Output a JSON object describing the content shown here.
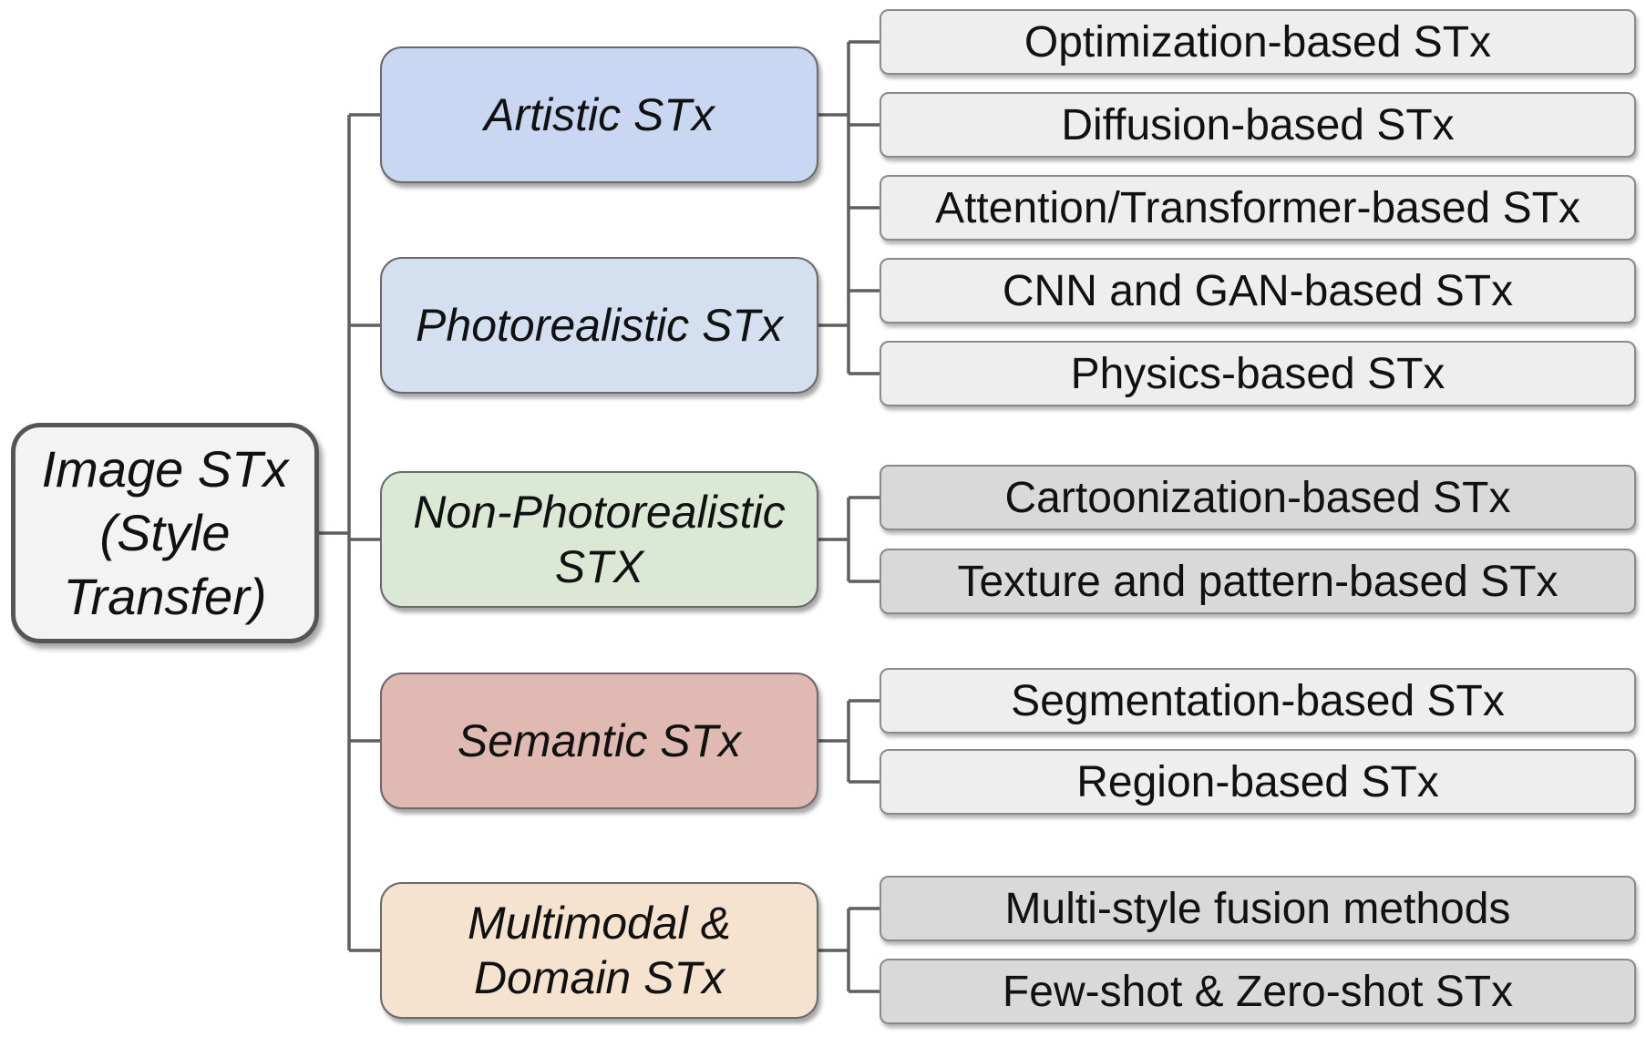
{
  "root": {
    "label": "Image STx (Style Transfer)"
  },
  "categories": [
    {
      "label": "Artistic STx",
      "color": "#c9d7f2"
    },
    {
      "label": "Photorealistic STx",
      "color": "#d4e0f0"
    },
    {
      "label": "Non-Photorealistic STX",
      "color": "#dbe8d6"
    },
    {
      "label": "Semantic STx",
      "color": "#dfb9b2"
    },
    {
      "label": "Multimodal & Domain STx",
      "color": "#f6e3cf"
    }
  ],
  "leaves": [
    {
      "label": "Optimization-based STx",
      "color": "#eeeeee"
    },
    {
      "label": "Diffusion-based STx",
      "color": "#eeeeee"
    },
    {
      "label": "Attention/Transformer-based STx",
      "color": "#eeeeee"
    },
    {
      "label": "CNN and GAN-based STx",
      "color": "#eeeeee"
    },
    {
      "label": "Physics-based STx",
      "color": "#eeeeee"
    },
    {
      "label": "Cartoonization-based STx",
      "color": "#d9d9d9"
    },
    {
      "label": "Texture and pattern-based STx",
      "color": "#d9d9d9"
    },
    {
      "label": "Segmentation-based STx",
      "color": "#eeeeee"
    },
    {
      "label": "Region-based STx",
      "color": "#eeeeee"
    },
    {
      "label": "Multi-style fusion methods",
      "color": "#d9d9d9"
    },
    {
      "label": "Few-shot & Zero-shot STx",
      "color": "#d9d9d9"
    }
  ],
  "connector_color": "#5f5f5f"
}
